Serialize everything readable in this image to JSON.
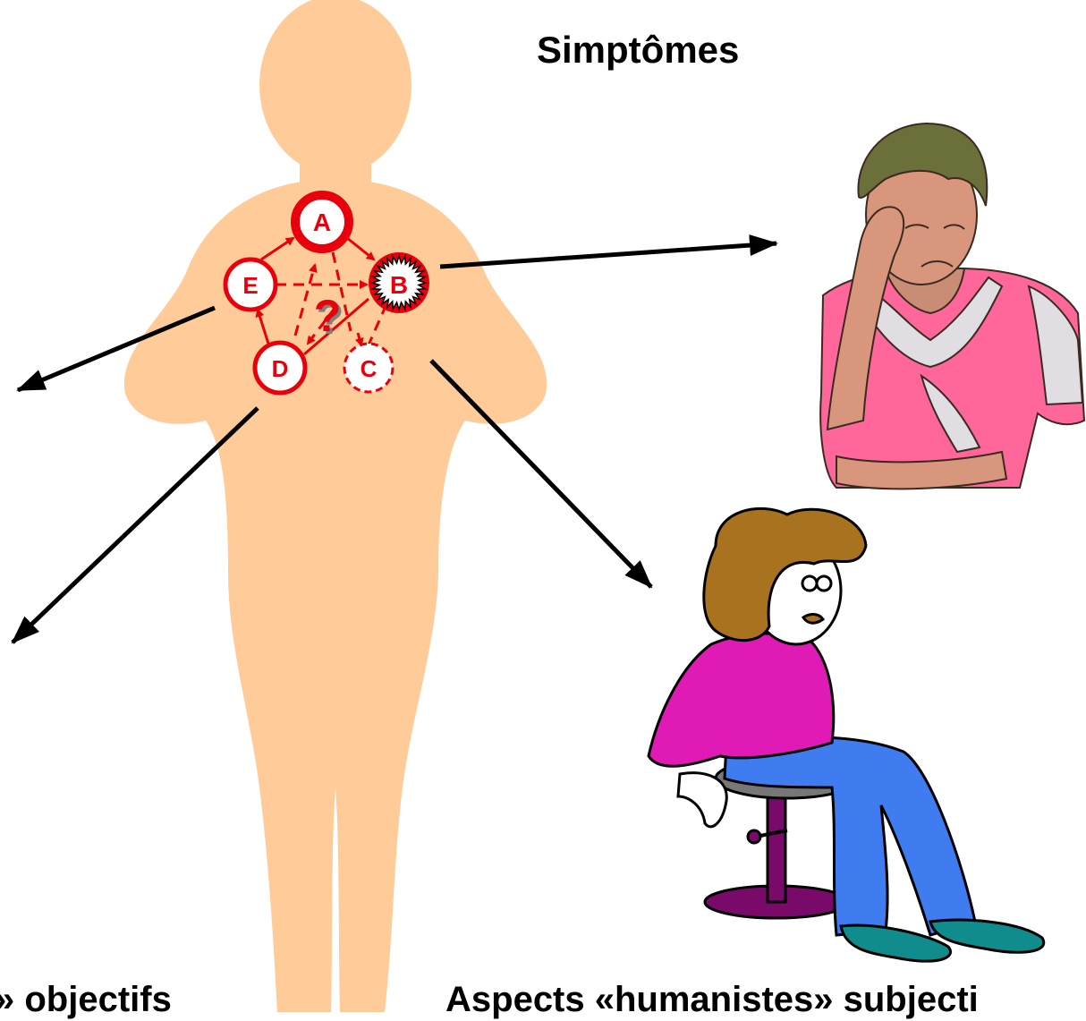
{
  "title": "Simptômes",
  "nodes": {
    "a": "A",
    "b": "B",
    "c": "C",
    "d": "D",
    "e": "E",
    "question": "?"
  },
  "captions": {
    "left": "»  objectifs",
    "right": "Aspects «humanistes»  subjecti"
  },
  "colors": {
    "silhouette": "#FFCC99",
    "node_red": "#E8000C",
    "arrow": "#000000",
    "shirt_pink": "#FF6699",
    "sweater_magenta": "#E01AB4",
    "jeans_blue": "#3E7CF0",
    "stool_purple": "#7A0A6A"
  }
}
